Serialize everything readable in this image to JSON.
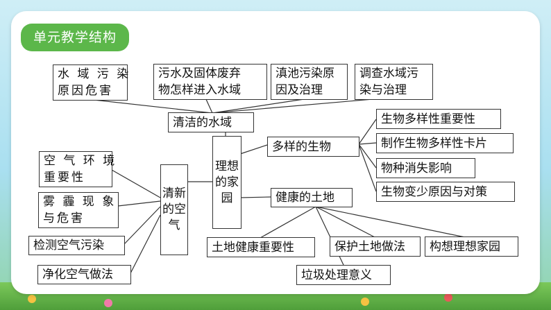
{
  "header": {
    "title": "单元教学结构"
  },
  "nodes": {
    "clean_water": "清洁的水域",
    "pollution_cause": "水 域 污 染\n原因危害",
    "waste_entry": "污水及固体废弃\n物怎样进入水域",
    "dianchi": "滇池污染原\n因及治理",
    "survey_water": "调查水域污\n染与治理",
    "ideal_home": "理想的家园",
    "fresh_air": "清新的空气",
    "air_importance": "空 气 环 境\n重要性",
    "smog": "雾 霾 现 象\n与危害",
    "detect_air": "检测空气污染",
    "purify_air": "净化空气做法",
    "diverse_life": "多样的生物",
    "bio_importance": "生物多样性重要性",
    "bio_card": "制作生物多样性卡片",
    "extinction": "物种消失影响",
    "bio_decline": "生物变少原因与对策",
    "healthy_soil": "健康的土地",
    "soil_importance": "土地健康重要性",
    "protect_soil": "保护土地做法",
    "imagine_home": "构想理想家园",
    "garbage": "垃圾处理意义"
  },
  "colors": {
    "accent": "#5cb74a",
    "border": "#333333"
  }
}
